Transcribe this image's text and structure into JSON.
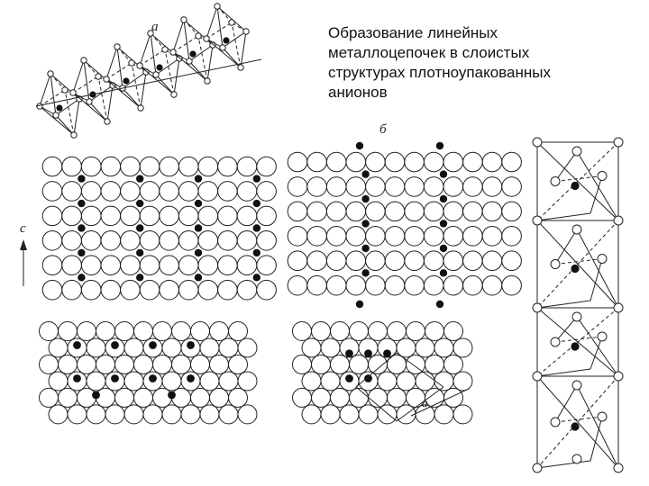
{
  "title": "Образование линейных\nметаллоцепочек в слоистых\nструктурах плотноупакованных\nанионов",
  "labels": {
    "a": "а",
    "b": "б",
    "c": "с",
    "a_small": "а"
  },
  "colors": {
    "atom_fill": "#ffffff",
    "atom_stroke": "#222222",
    "metal": "#111111",
    "line": "#222222"
  }
}
